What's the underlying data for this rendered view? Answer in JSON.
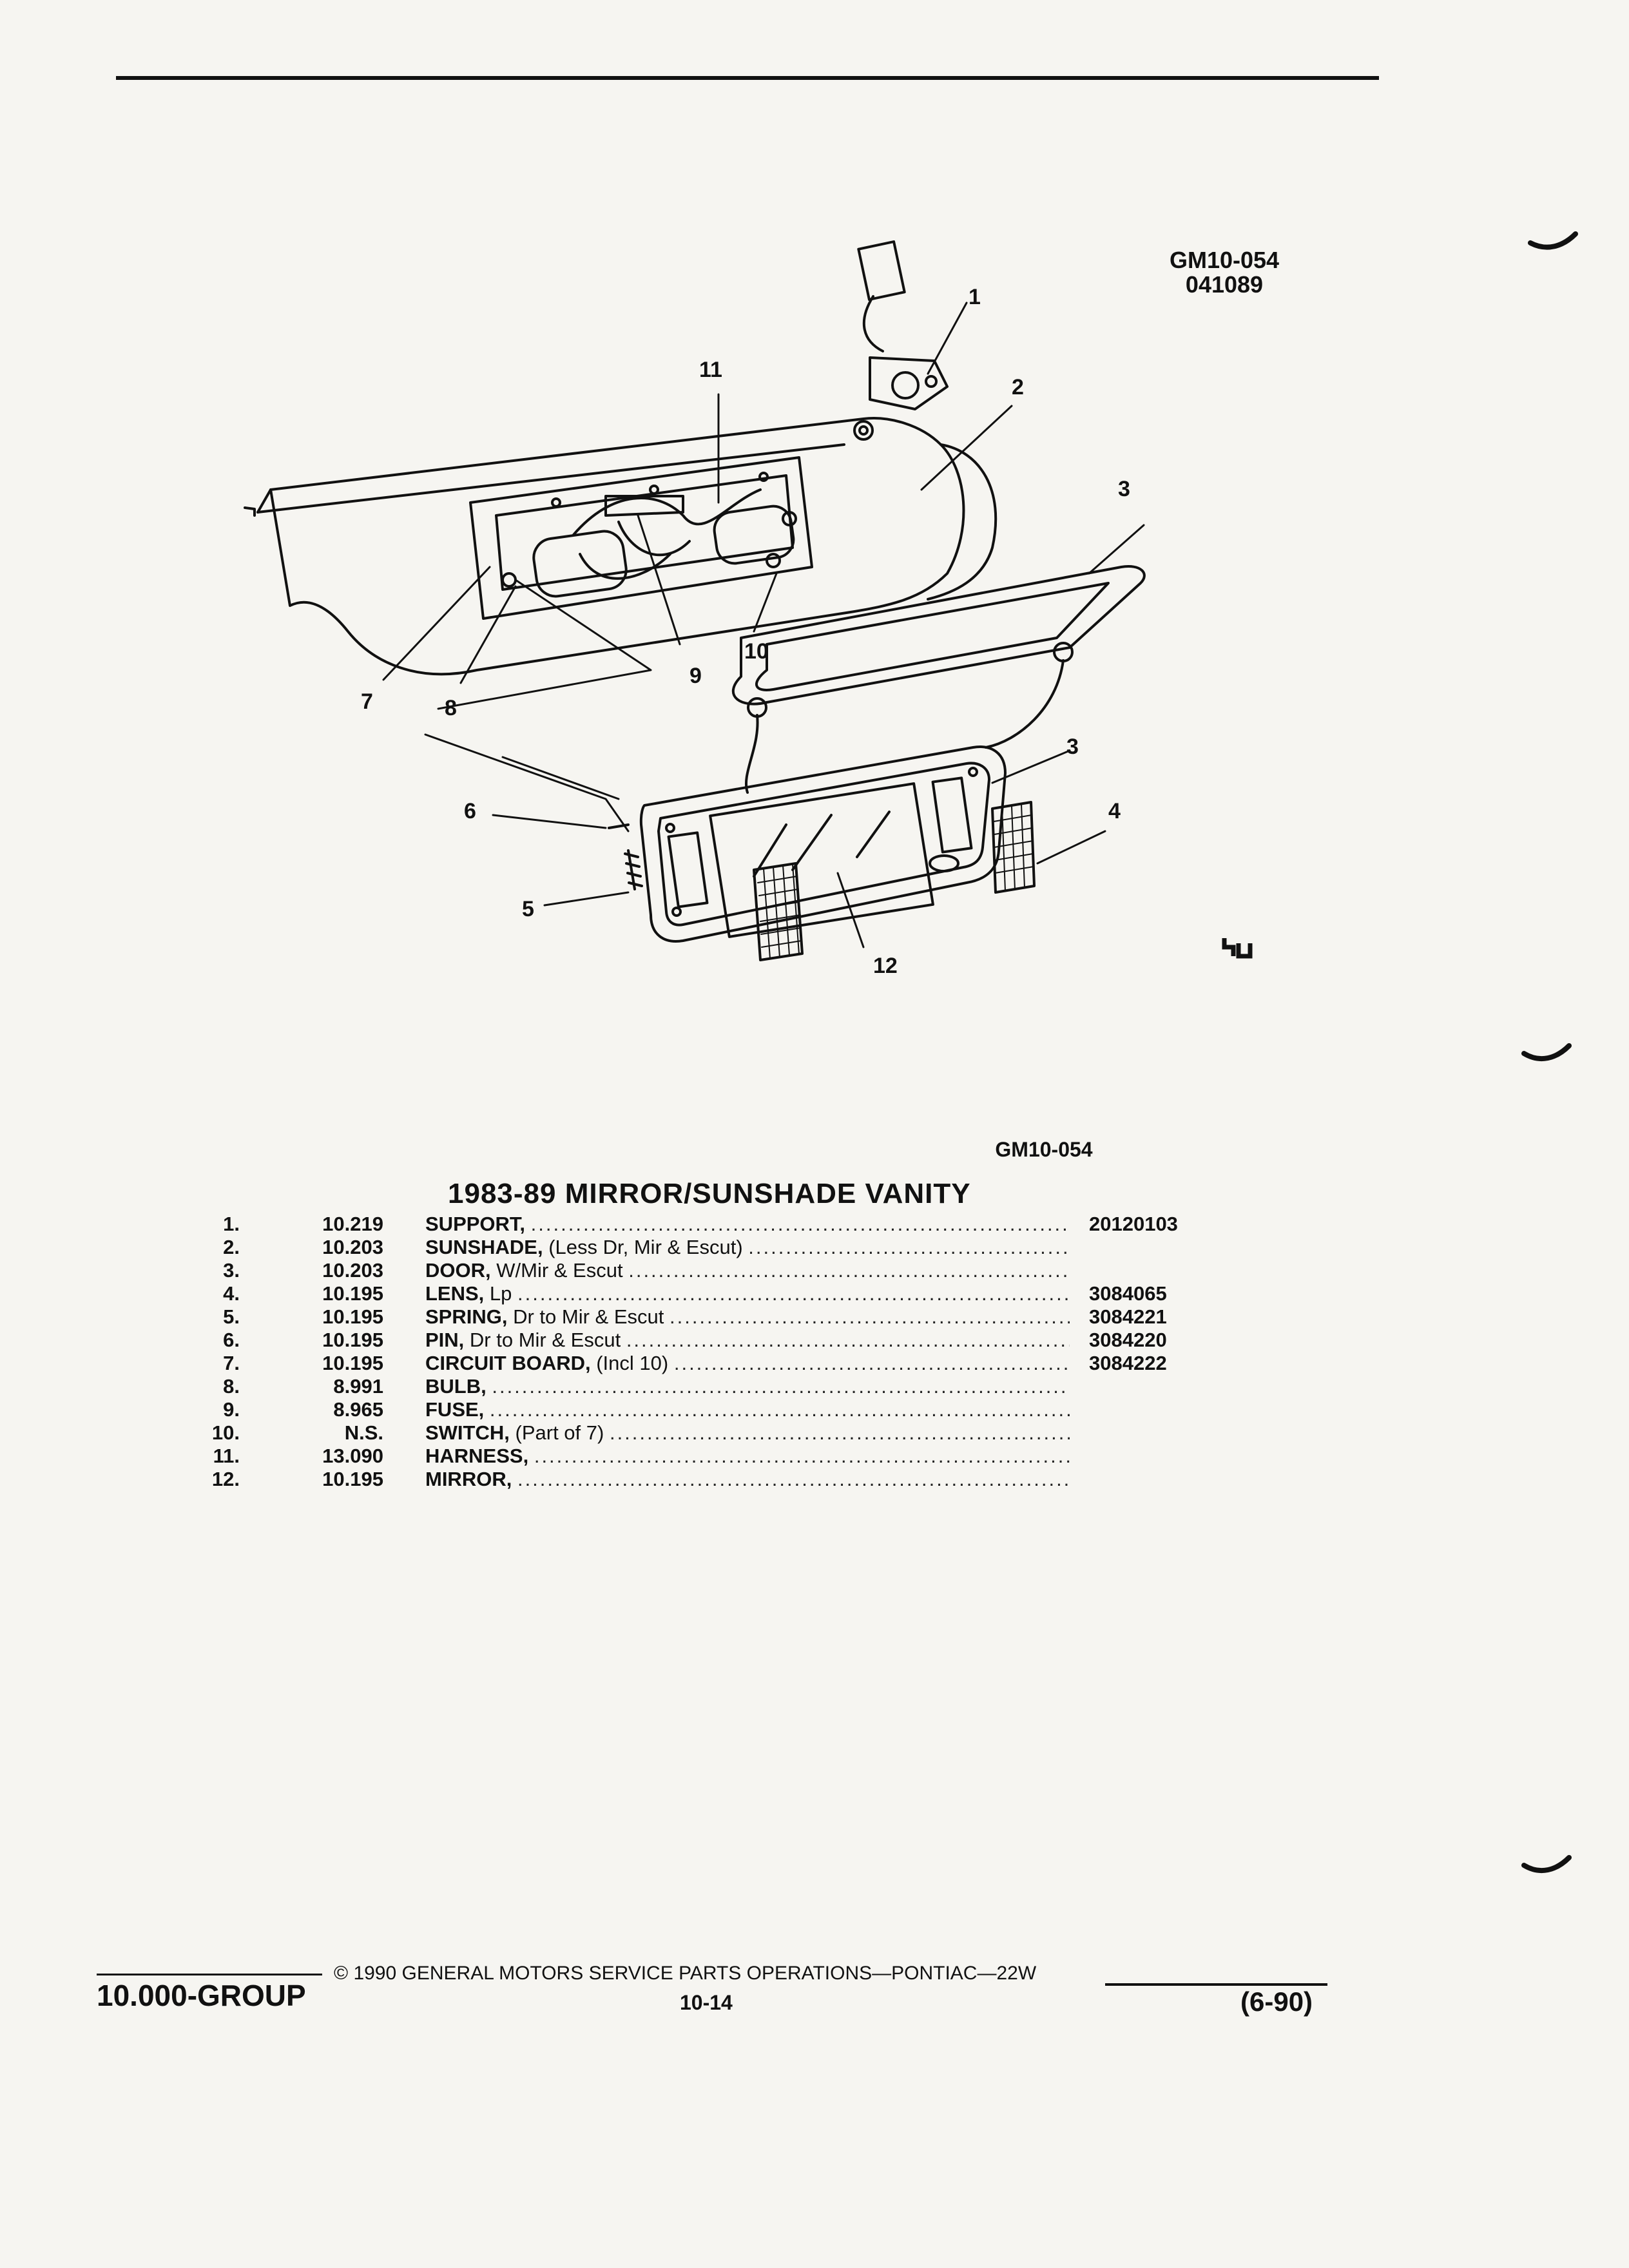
{
  "figure": {
    "code": "GM10-054",
    "date_code": "041089",
    "caption_code": "GM10-054",
    "callouts": [
      "1",
      "2",
      "3",
      "3",
      "4",
      "5",
      "6",
      "7",
      "8",
      "9",
      "10",
      "11",
      "12"
    ]
  },
  "section_title": "1983-89 MIRROR/SUNSHADE VANITY",
  "parts": [
    {
      "num": "1.",
      "group": "10.219",
      "name": "SUPPORT,",
      "detail": "",
      "part_no": "20120103"
    },
    {
      "num": "2.",
      "group": "10.203",
      "name": "SUNSHADE,",
      "detail": "(Less Dr, Mir & Escut)",
      "part_no": ""
    },
    {
      "num": "3.",
      "group": "10.203",
      "name": "DOOR,",
      "detail": "W/Mir & Escut",
      "part_no": ""
    },
    {
      "num": "4.",
      "group": "10.195",
      "name": "LENS,",
      "detail": "Lp",
      "part_no": "3084065"
    },
    {
      "num": "5.",
      "group": "10.195",
      "name": "SPRING,",
      "detail": "Dr to Mir & Escut",
      "part_no": "3084221"
    },
    {
      "num": "6.",
      "group": "10.195",
      "name": "PIN,",
      "detail": "Dr to Mir & Escut",
      "part_no": "3084220"
    },
    {
      "num": "7.",
      "group": "10.195",
      "name": "CIRCUIT BOARD,",
      "detail": "(Incl 10)",
      "part_no": "3084222"
    },
    {
      "num": "8.",
      "group": "8.991",
      "name": "BULB,",
      "detail": "",
      "part_no": ""
    },
    {
      "num": "9.",
      "group": "8.965",
      "name": "FUSE,",
      "detail": "",
      "part_no": ""
    },
    {
      "num": "10.",
      "group": "N.S.",
      "name": "SWITCH,",
      "detail": "(Part of 7)",
      "part_no": ""
    },
    {
      "num": "11.",
      "group": "13.090",
      "name": "HARNESS,",
      "detail": "",
      "part_no": ""
    },
    {
      "num": "12.",
      "group": "10.195",
      "name": "MIRROR,",
      "detail": "",
      "part_no": ""
    }
  ],
  "footer": {
    "group": "10.000-GROUP",
    "copyright": "© 1990 GENERAL MOTORS SERVICE PARTS OPERATIONS—PONTIAC—22W",
    "page": "10-14",
    "date": "(6-90)"
  },
  "icons": [
    "gm-symbol-icon"
  ]
}
